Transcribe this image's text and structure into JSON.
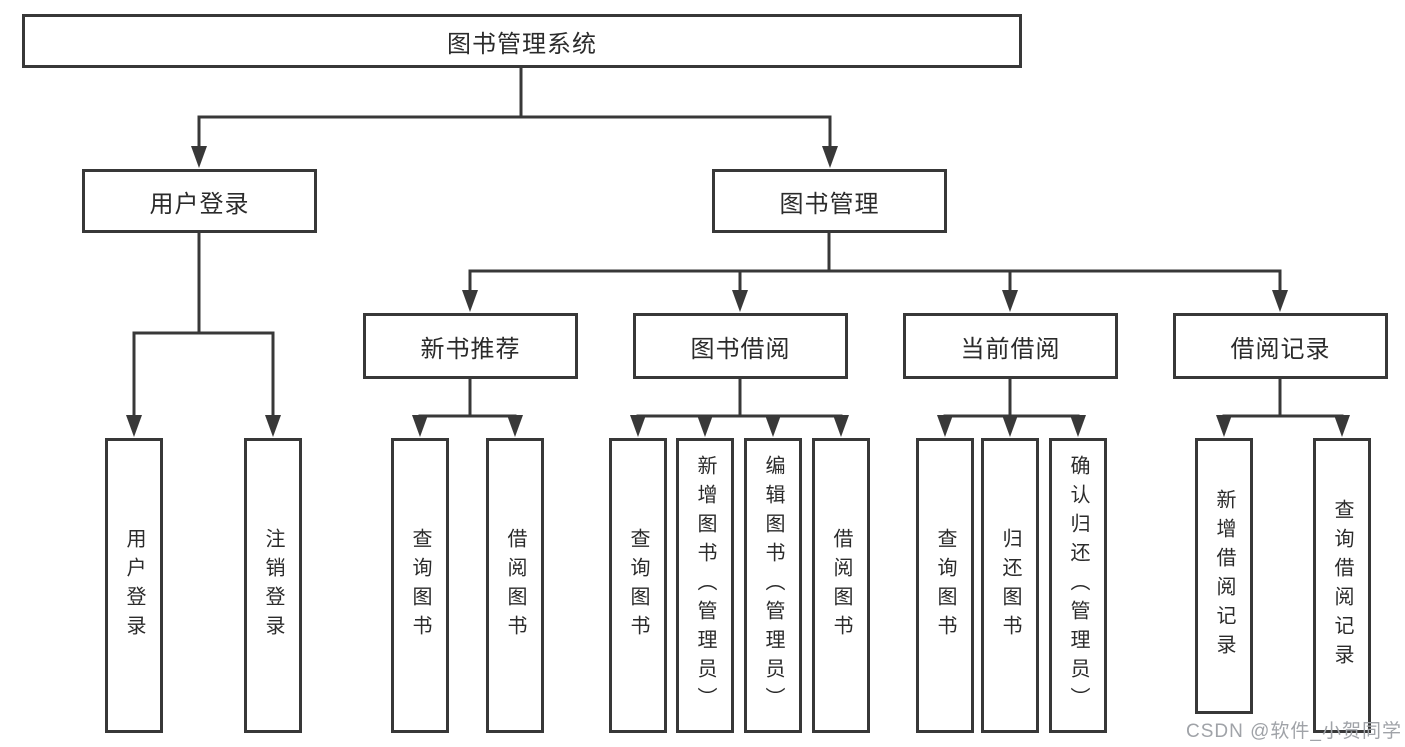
{
  "tree": {
    "root": {
      "label": "图书管理系统"
    },
    "branches": [
      {
        "label": "用户登录",
        "leaves": [
          {
            "label": "用户登录"
          },
          {
            "label": "注销登录"
          }
        ]
      },
      {
        "label": "图书管理",
        "children": [
          {
            "label": "新书推荐",
            "leaves": [
              {
                "label": "查询图书"
              },
              {
                "label": "借阅图书"
              }
            ]
          },
          {
            "label": "图书借阅",
            "leaves": [
              {
                "label": "查询图书"
              },
              {
                "label": "新增图书（管理员）"
              },
              {
                "label": "编辑图书（管理员）"
              },
              {
                "label": "借阅图书"
              }
            ]
          },
          {
            "label": "当前借阅",
            "leaves": [
              {
                "label": "查询图书"
              },
              {
                "label": "归还图书"
              },
              {
                "label": "确认归还（管理员）"
              }
            ]
          },
          {
            "label": "借阅记录",
            "leaves": [
              {
                "label": "新增借阅记录"
              },
              {
                "label": "查询借阅记录"
              }
            ]
          }
        ]
      }
    ]
  },
  "watermark": {
    "text": "CSDN @软件_小贺同学"
  },
  "colors": {
    "line": "#383838",
    "box-border": "#383838",
    "text": "#2b2b2b",
    "watermark": "#a0a3a8",
    "bg": "#ffffff"
  }
}
